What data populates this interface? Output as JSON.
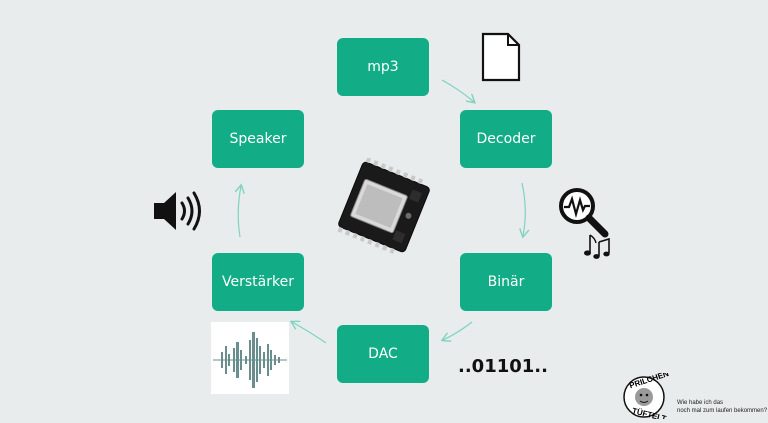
{
  "nodes": {
    "mp3": "mp3",
    "decoder": "Decoder",
    "binaer": "Binär",
    "dac": "DAC",
    "verstaerker": "Verstärker",
    "speaker": "Speaker"
  },
  "binary_text": "..01101..",
  "brand": {
    "name_top": "PRILCHEN",
    "name_bottom": "TÜFTELT",
    "tagline_line1": "Wie habe ich das",
    "tagline_line2": "noch mal zum laufen bekommen?"
  },
  "colors": {
    "node": "#12ad86",
    "arrow": "#7fd3bf",
    "background": "#e8ecec"
  },
  "icons": [
    "document-icon",
    "waveform-magnifier-icon",
    "music-note-icon",
    "speaker-volume-icon",
    "audio-waveform-image",
    "mp3-module-chip"
  ]
}
